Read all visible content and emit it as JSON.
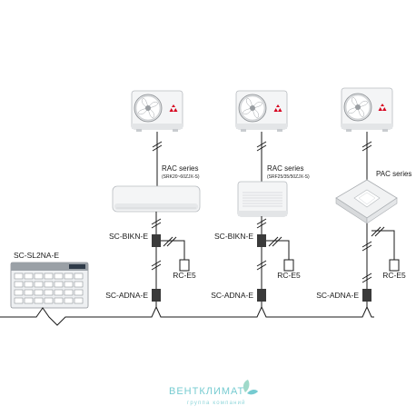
{
  "controller": {
    "label": "SC-SL2NA-E"
  },
  "columns": [
    {
      "series_label": "RAC series",
      "model_range": "(SRK20~60ZJX-S)",
      "interface_label": "SC-BIKN-E",
      "remote_label": "RC-E5",
      "adapter_label": "SC-ADNA-E"
    },
    {
      "series_label": "RAC series",
      "model_range": "(SRF25/35/50ZJX-S)",
      "interface_label": "SC-BIKN-E",
      "remote_label": "RC-E5",
      "adapter_label": "SC-ADNA-E"
    },
    {
      "series_label": "PAC series",
      "model_range": "",
      "interface_label": "",
      "remote_label": "RC-E5",
      "adapter_label": "SC-ADNA-E"
    }
  ],
  "watermark": {
    "brand": "ВЕНТКЛИМАТ",
    "tagline": "группа компаний"
  },
  "colors": {
    "wire": "#1a1a1a",
    "brand_red": "#d7001d",
    "watermark_teal": "#5fc3c9"
  }
}
